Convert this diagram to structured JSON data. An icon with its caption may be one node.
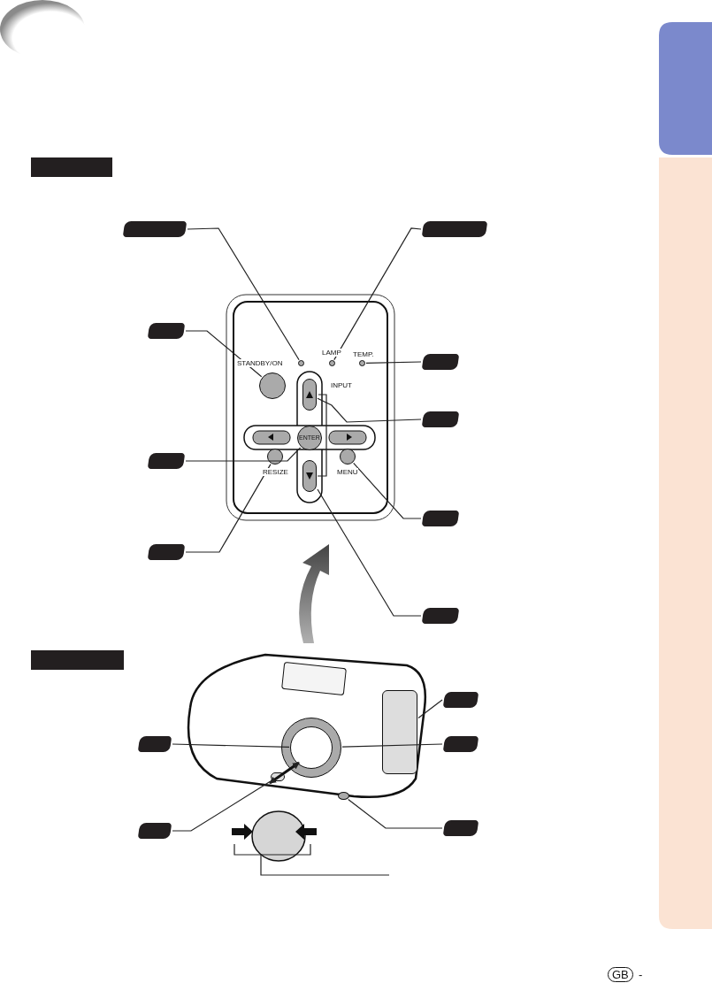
{
  "diagram": {
    "nodes": [
      {
        "text": [],
        "shape": "bar"
      },
      {
        "text": [],
        "shape": "box"
      },
      {
        "text": [],
        "shape": "box"
      },
      {
        "text": [],
        "shape": "box"
      },
      {
        "text": [],
        "shape": "box"
      },
      {
        "text": [],
        "shape": "box"
      },
      {
        "text": [],
        "shape": "box"
      },
      {
        "text": [],
        "shape": "box"
      },
      {
        "text": [],
        "shape": "box"
      },
      {
        "text": [],
        "shape": "box"
      },
      {
        "text": [],
        "shape": "bar"
      },
      {
        "text": [],
        "shape": "box"
      },
      {
        "text": [],
        "shape": "box"
      },
      {
        "text": [],
        "shape": "box"
      },
      {
        "text": [],
        "shape": "box"
      },
      {
        "text": [],
        "shape": "box"
      },
      {
        "text": [],
        "shape": "circle"
      },
      {
        "text": [],
        "shape": "circle"
      },
      {
        "text": [],
        "shape": "circle"
      },
      {
        "text": [],
        "shape": "circle"
      },
      {
        "text": [],
        "shape": "circle"
      },
      {
        "text": [],
        "shape": "circle"
      },
      {
        "text": [],
        "shape": "circle"
      },
      {
        "text": [],
        "shape": "capsule"
      },
      {
        "text": [],
        "shape": "rectangle"
      },
      {
        "text": [],
        "shape": "circle"
      },
      {
        "text": [],
        "shape": "circle",
        "in": 25
      },
      {
        "text": [],
        "shape": "rectangle"
      },
      {
        "text": [],
        "shape": "circle"
      },
      {
        "text": [],
        "shape": "capsule"
      }
    ],
    "edges": [
      {
        "from": 1,
        "to": 16,
        "arrow": "none"
      },
      {
        "from": 2,
        "to": 17,
        "arrow": "none"
      },
      {
        "from": 3,
        "to": 18,
        "arrow": "none"
      },
      {
        "from": 4,
        "to": 19,
        "arrow": "none"
      },
      {
        "from": 5,
        "to": 23,
        "arrow": "none"
      },
      {
        "from": 6,
        "to": 20,
        "arrow": "none"
      },
      {
        "from": 7,
        "to": 21,
        "arrow": "none"
      },
      {
        "from": 8,
        "to": 22,
        "arrow": "none"
      },
      {
        "from": 9,
        "to": 29,
        "arrow": "none"
      },
      {
        "from": 11,
        "to": 24,
        "arrow": "none"
      },
      {
        "from": 12,
        "to": 26,
        "arrow": "none"
      },
      {
        "from": 13,
        "to": 25,
        "arrow": "none"
      },
      {
        "from": 14,
        "to": 27,
        "arrow": "none"
      },
      {
        "from": 15,
        "to": 28,
        "arrow": "none"
      },
      {
        "from": 23,
        "to": 29,
        "arrow": "none"
      }
    ],
    "labels": [
      "STANDBY/ON",
      "LAMP",
      "TEMP.",
      "INPUT",
      "ENTER",
      "RESIZE",
      "MENU",
      "GB",
      "-"
    ]
  }
}
